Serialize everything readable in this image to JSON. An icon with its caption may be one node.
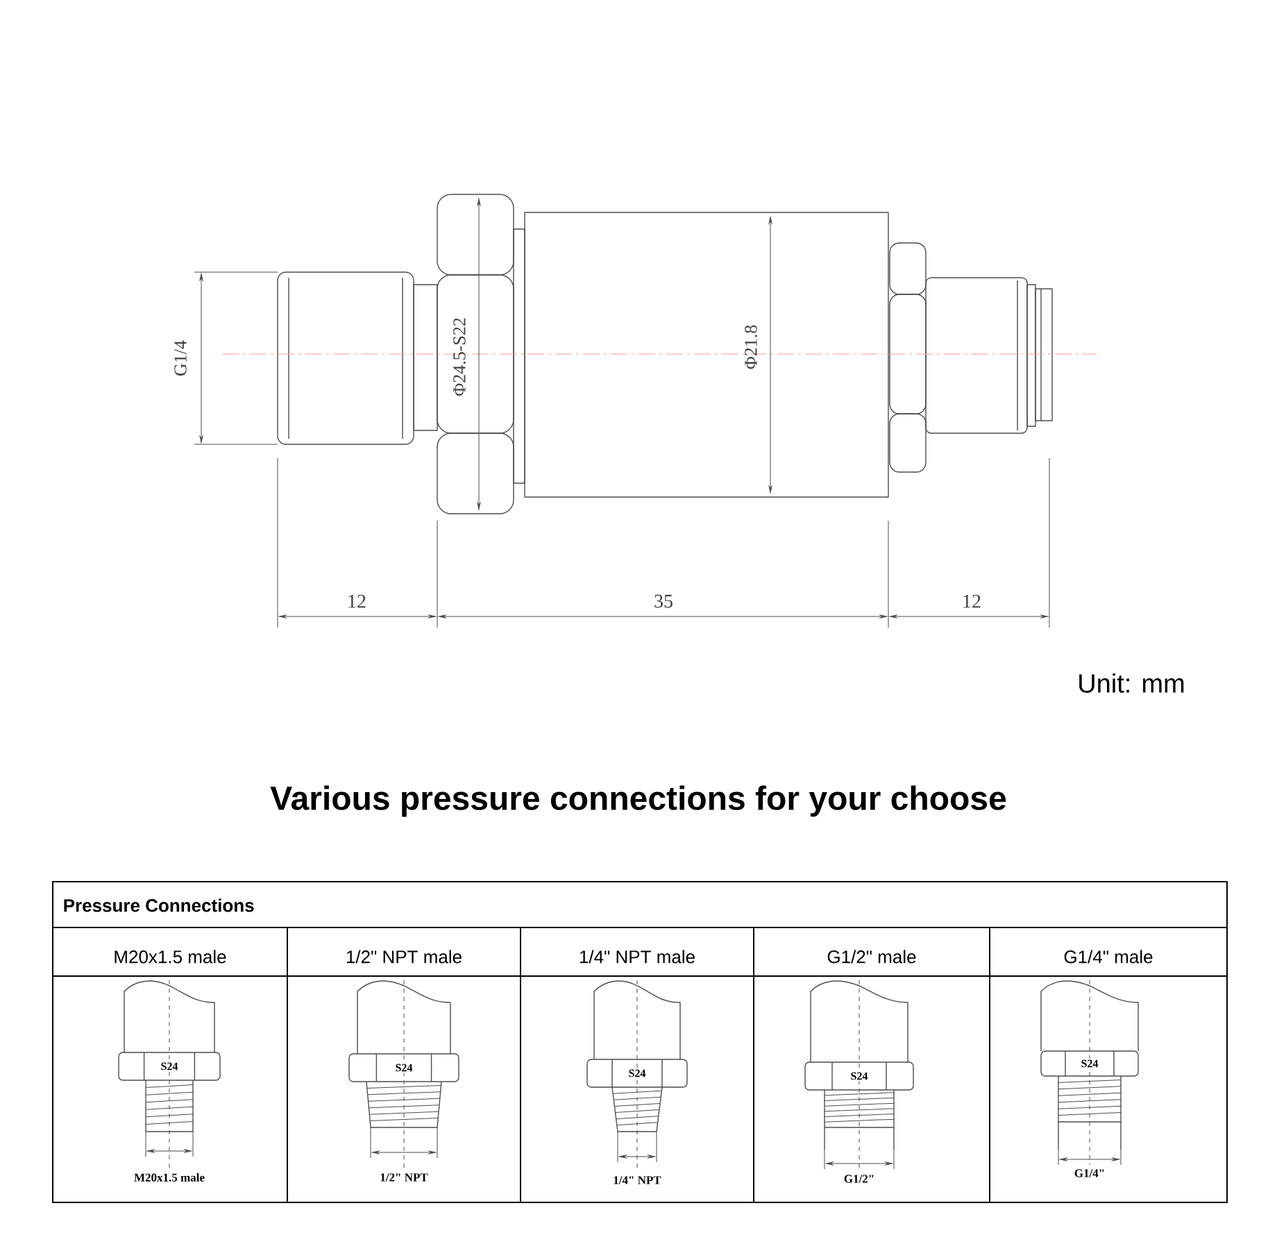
{
  "diagram": {
    "title": "Various pressure connections for your choose",
    "labels": [
      "G1/4",
      "Φ24.5-S22",
      "Φ21.8",
      "12",
      "35",
      "12",
      "Unit: mm",
      "Pressure Connections",
      "M20x1.5 male",
      "1/2\" NPT male",
      "1/4\" NPT male",
      "G1/2\" male",
      "G1/4\" male",
      "S24",
      "S24",
      "S24",
      "S24",
      "S24",
      "M20x1.5 male",
      "1/2\" NPT",
      "1/4\" NPT",
      "G1/2\"",
      "G1/4\""
    ]
  }
}
